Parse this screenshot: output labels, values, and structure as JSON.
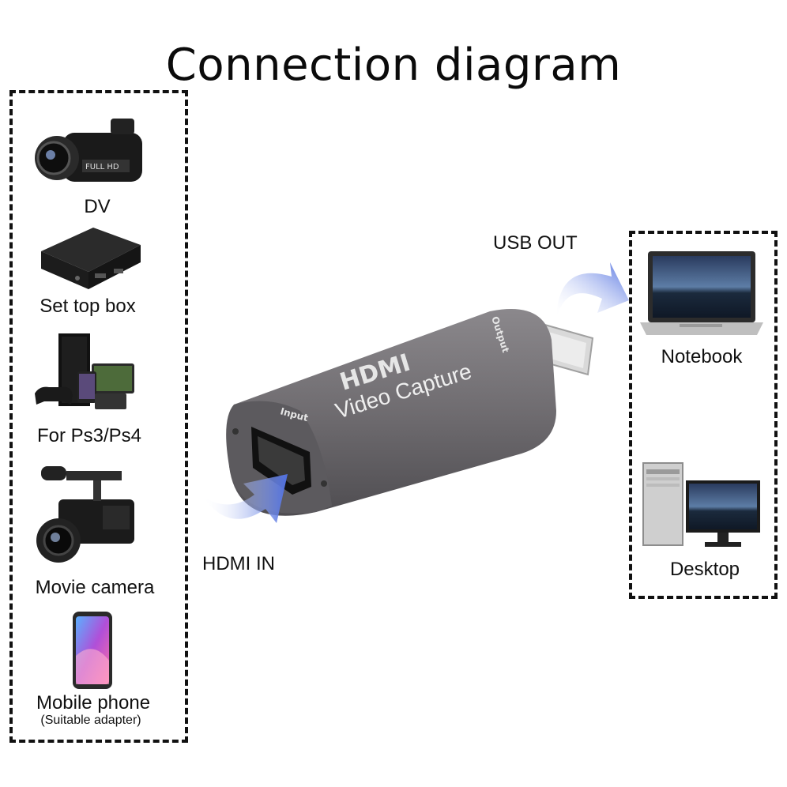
{
  "title": "Connection diagram",
  "sources": [
    {
      "label": "DV",
      "icon": "camcorder-icon",
      "badge": "FULL HD"
    },
    {
      "label": "Set top box",
      "icon": "set-top-box-icon"
    },
    {
      "label": "For Ps3/Ps4",
      "icon": "game-console-icon"
    },
    {
      "label": "Movie camera",
      "icon": "movie-camera-icon"
    },
    {
      "label": "Mobile phone",
      "sublabel": "(Suitable adapter)",
      "icon": "mobile-phone-icon"
    }
  ],
  "device": {
    "brand": "HDMI",
    "name": "Video Capture",
    "input_label": "Input",
    "output_label": "Output",
    "body_color": "#6f6c70"
  },
  "ports": {
    "in_label": "HDMI IN",
    "out_label": "USB OUT",
    "arrow_color": "#4f6fe0"
  },
  "targets": [
    {
      "label": "Notebook",
      "icon": "laptop-icon"
    },
    {
      "label": "Desktop",
      "icon": "desktop-computer-icon"
    }
  ]
}
